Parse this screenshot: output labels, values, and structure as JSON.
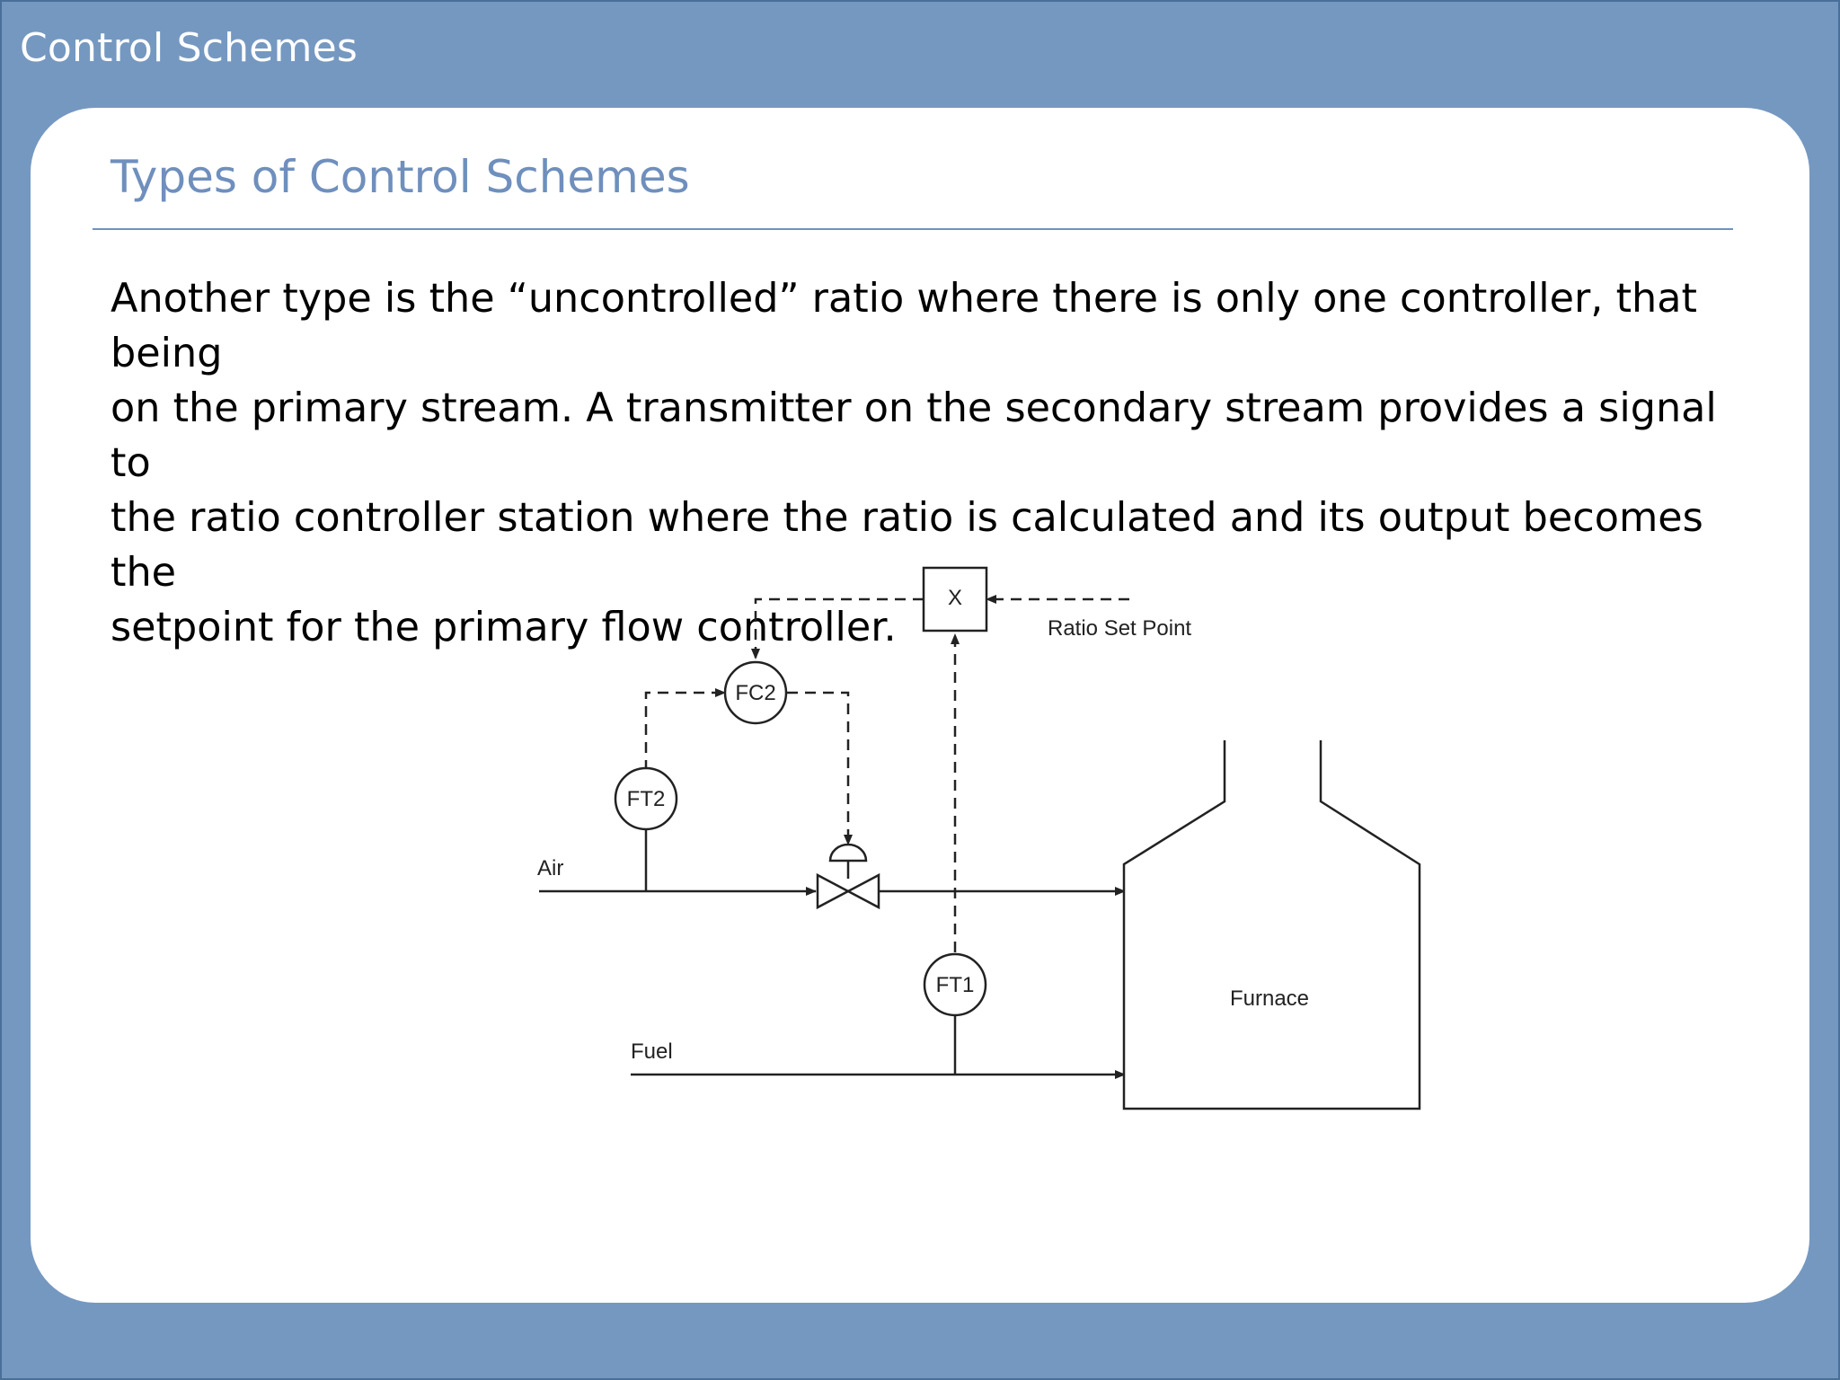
{
  "header": {
    "section_title": "Control Schemes"
  },
  "slide": {
    "title": "Types of Control Schemes",
    "body": "Another type is the “uncontrolled” ratio where there is only one controller, that being\non the primary stream.  A transmitter on the secondary stream provides a signal to\nthe ratio controller station where the ratio is calculated and its output becomes the\nsetpoint for the primary flow controller."
  },
  "diagram": {
    "multiplier_label": "X",
    "ratio_set_point_label": "Ratio Set Point",
    "fc2_label": "FC2",
    "ft2_label": "FT2",
    "ft1_label": "FT1",
    "air_label": "Air",
    "fuel_label": "Fuel",
    "furnace_label": "Furnace"
  },
  "colors": {
    "background": "#7598c1",
    "title_accent": "#6f8fbd"
  }
}
